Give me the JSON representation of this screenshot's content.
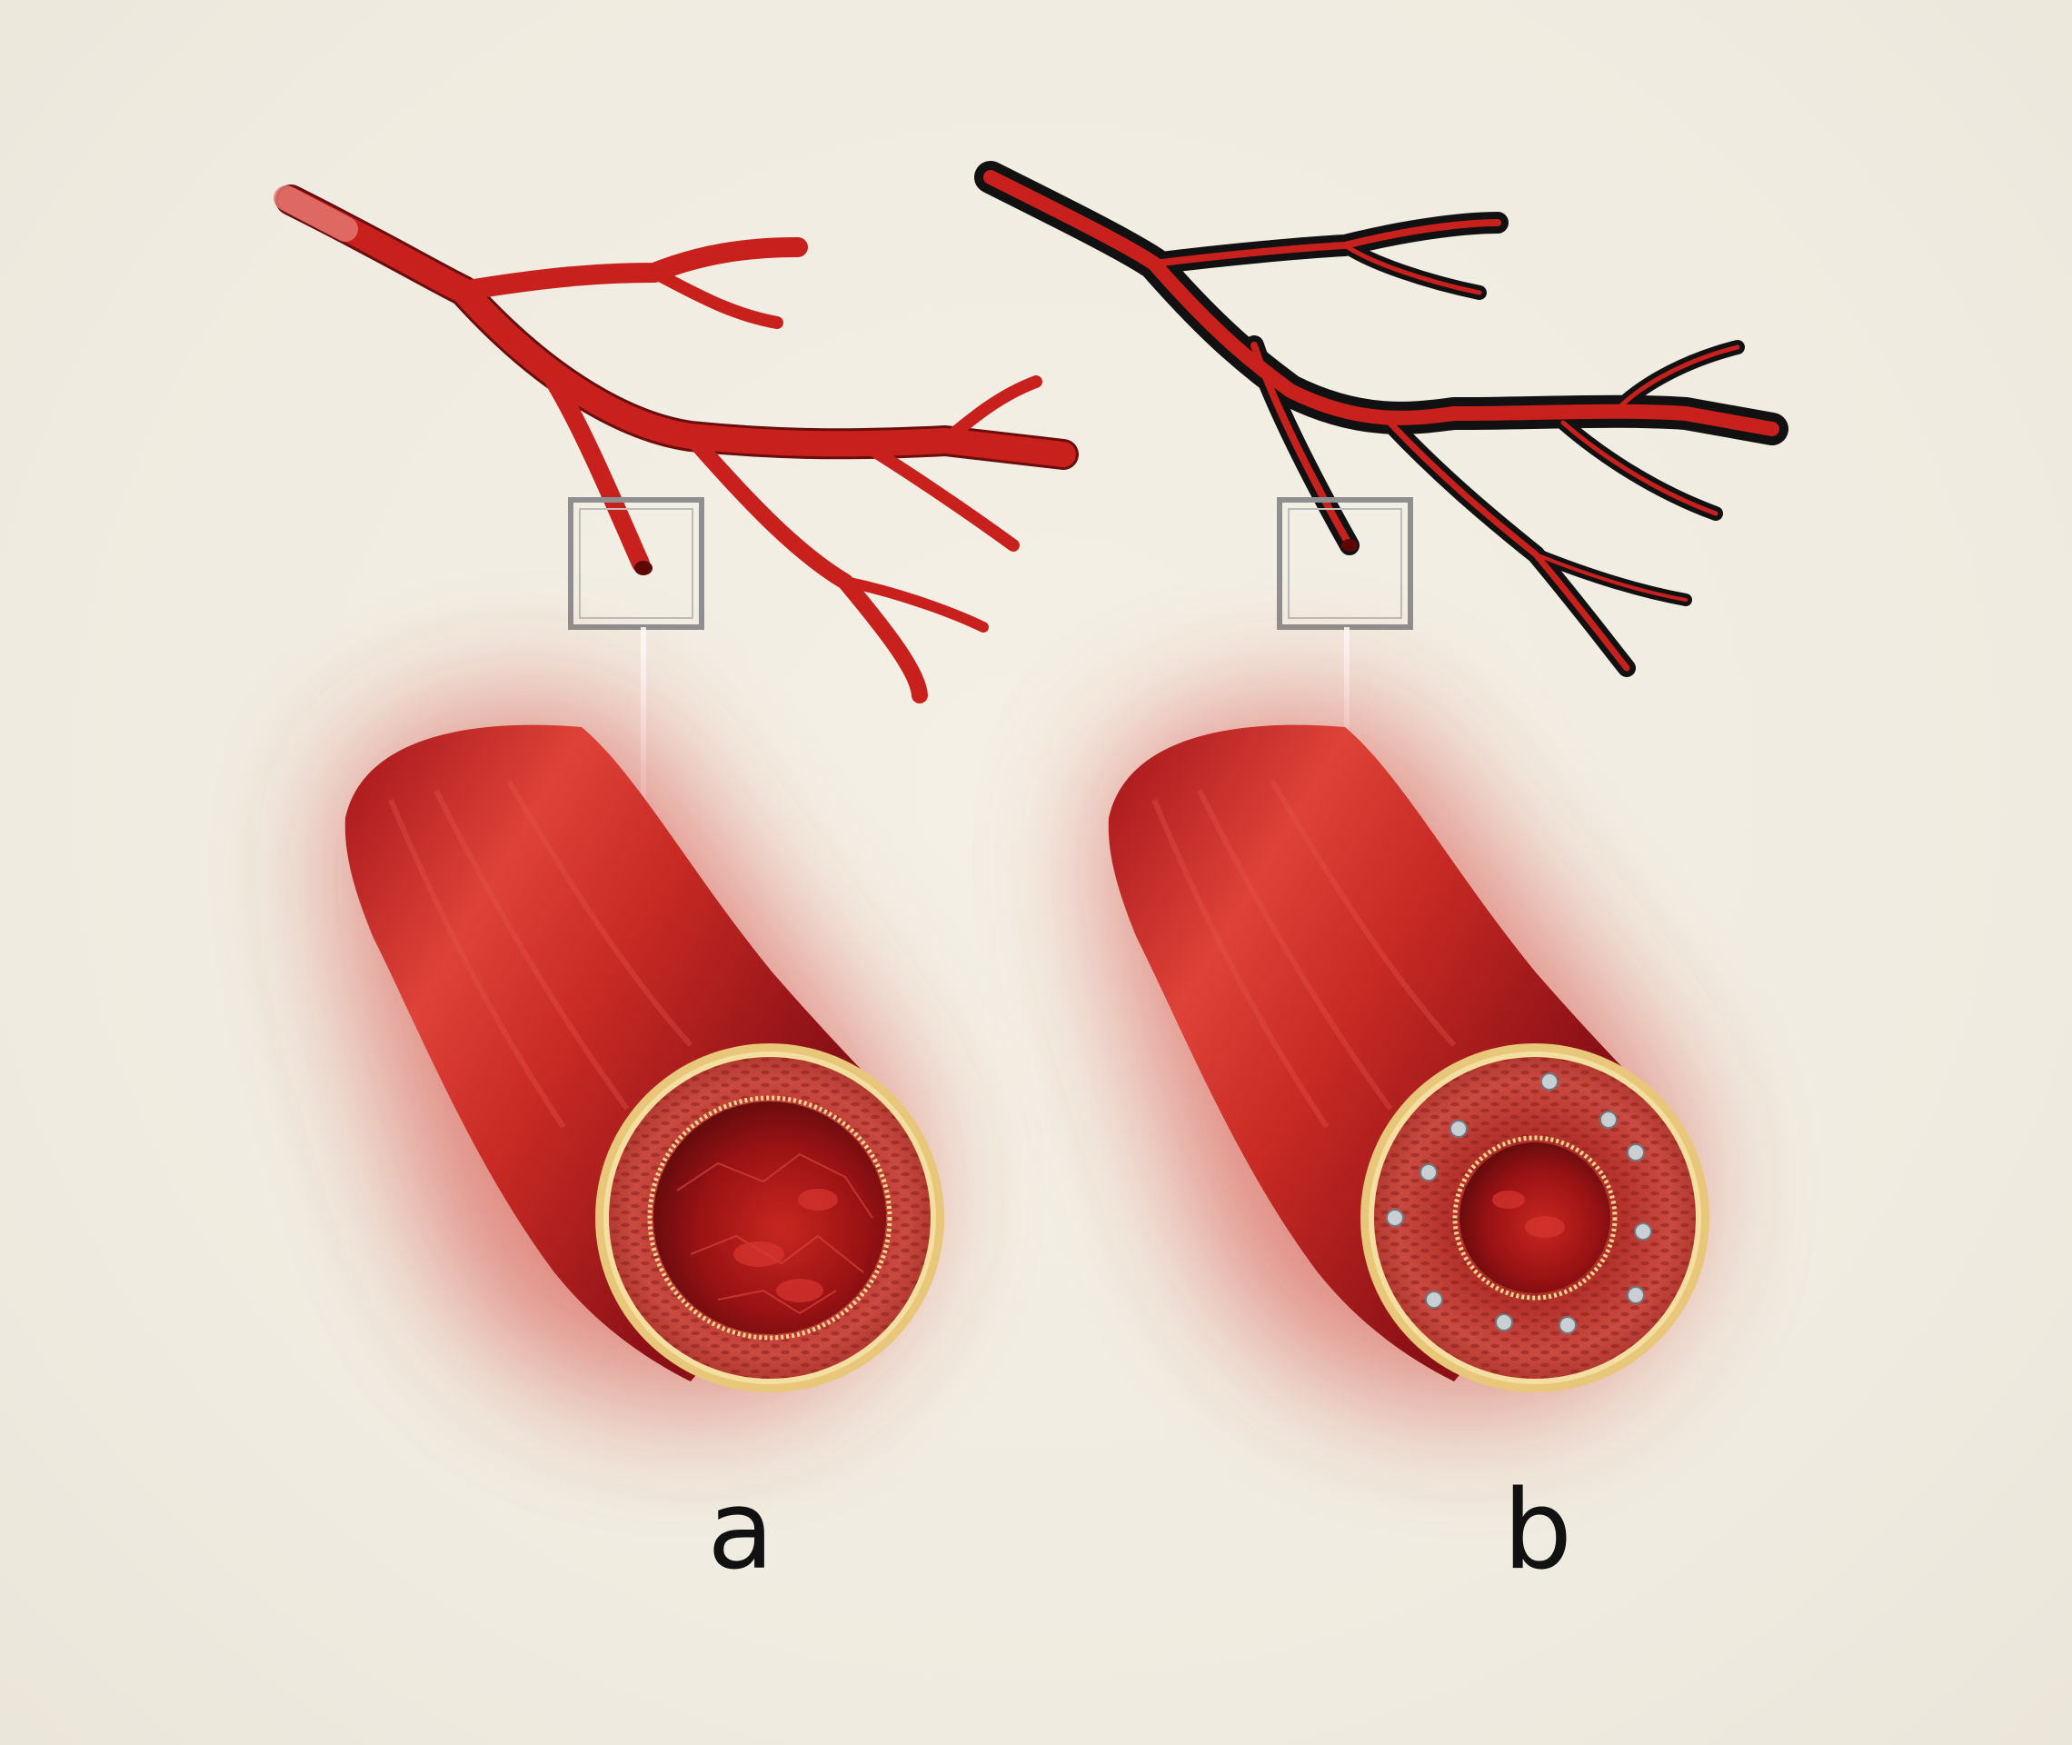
{
  "panels": [
    {
      "label": "a",
      "variant": "normal"
    },
    {
      "label": "b",
      "variant": "thickened"
    }
  ],
  "colors": {
    "vessel_red": "#c8201c",
    "vessel_outline": "#111111",
    "adventitia_gold": "#f0d590",
    "zoom_box": "#8a8a8a",
    "background": "#f1ede3"
  }
}
